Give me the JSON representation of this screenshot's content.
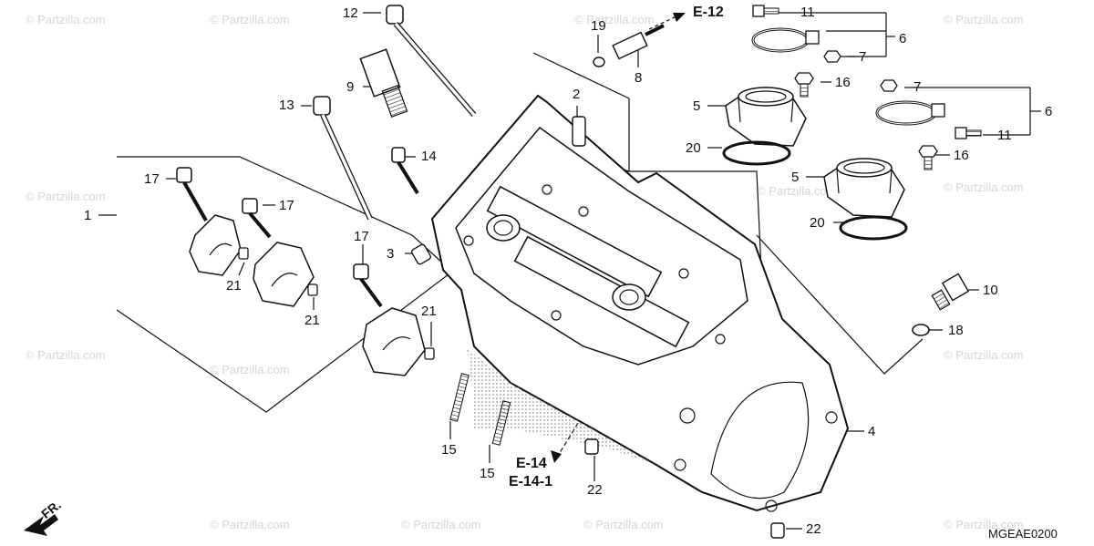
{
  "watermark": "© Partzilla.com",
  "diagram_code": "MGEAE0200",
  "front_indicator": "FR.",
  "references": {
    "e12": "E-12",
    "e14": "E-14",
    "e14_1": "E-14-1"
  },
  "callouts": {
    "c1": "1",
    "c2": "2",
    "c3": "3",
    "c4": "4",
    "c5a": "5",
    "c5b": "5",
    "c6a": "6",
    "c6b": "6",
    "c7a": "7",
    "c7b": "7",
    "c8": "8",
    "c9": "9",
    "c10": "10",
    "c11a": "11",
    "c11b": "11",
    "c12": "12",
    "c13": "13",
    "c14": "14",
    "c15a": "15",
    "c15b": "15",
    "c16a": "16",
    "c16b": "16",
    "c17a": "17",
    "c17b": "17",
    "c17c": "17",
    "c18": "18",
    "c19": "19",
    "c20a": "20",
    "c20b": "20",
    "c21a": "21",
    "c21b": "21",
    "c21c": "21",
    "c22a": "22",
    "c22b": "22"
  }
}
